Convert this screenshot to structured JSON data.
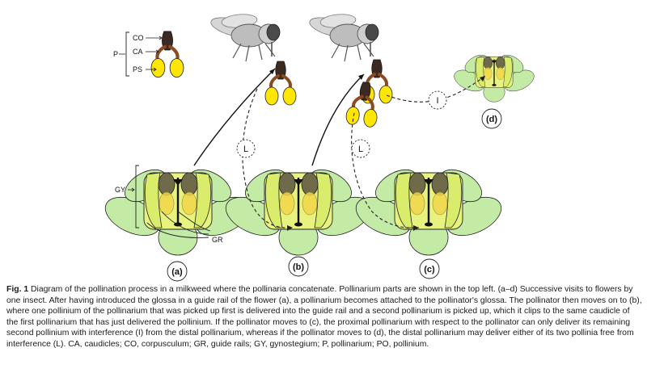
{
  "figure": {
    "part_labels": {
      "co": "CO",
      "ca": "CA",
      "ps": "PS",
      "p": "P",
      "gy": "GY",
      "gr": "GR"
    },
    "interference_labels": {
      "l": "L",
      "i": "I"
    },
    "panels": [
      "(a)",
      "(b)",
      "(c)",
      "(d)"
    ]
  },
  "caption": {
    "fig_number": "Fig. 1",
    "text": "Diagram of the pollination process in a milkweed where the pollinaria concatenate. Pollinarium parts are shown in the top left. (a–d) Successive visits to flowers by one insect. After having introduced the glossa in a guide rail of the flower (a), a pollinarium becomes attached to the pollinator's glossa. The pollinator then moves on to (b), where one pollinium of the pollinarium that was picked up first is delivered into the guide rail and a second pollinarium is picked up, which it clips to the same caudicle of the first pollinarium that has just delivered the pollinium. If the pollinator moves to (c), the proximal pollinarium with respect to the pollinator can only deliver its remaining second pollinium with interference (I) from the distal pollinarium, whereas if the pollinator moves to (d), the distal pollinarium may deliver either of its two pollinia free from interference (L). CA, caudicles; CO, corpusculum; GR, guide rails; GY, gynostegium; P, pollinarium; PO, pollinium."
  }
}
